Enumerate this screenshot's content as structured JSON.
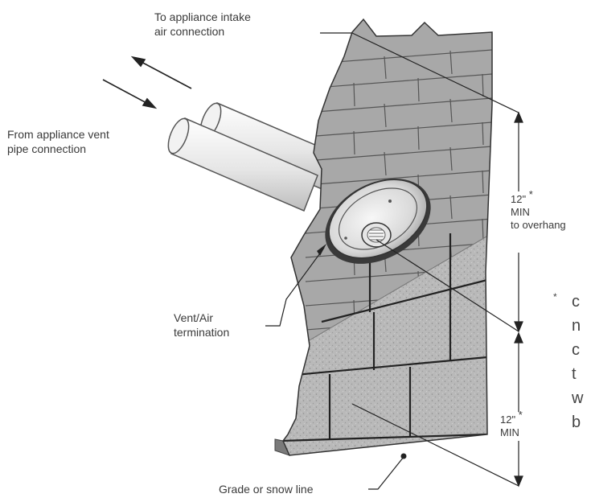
{
  "labels": {
    "intake_line1": "To appliance intake",
    "intake_line2": "air connection",
    "vent_line1": "From appliance vent",
    "vent_line2": "pipe connection",
    "termination_line1": "Vent/Air",
    "termination_line2": "termination",
    "grade": "Grade or snow line"
  },
  "dimensions": {
    "upper_value": "12\"",
    "upper_line2": "MIN",
    "upper_line3": "to overhang",
    "lower_value": "12\"",
    "lower_line2": "MIN",
    "asterisk": "*"
  },
  "footnote": {
    "asterisk": "*",
    "lines": [
      "c",
      "n",
      "c",
      "t",
      "w",
      "b"
    ]
  }
}
